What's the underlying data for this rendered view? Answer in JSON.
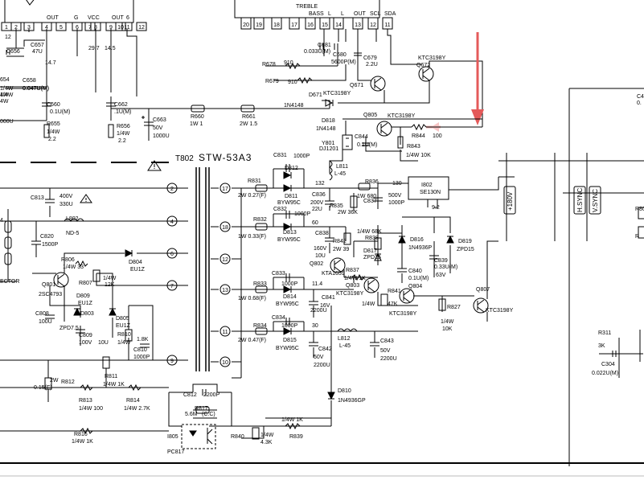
{
  "transformer": {
    "ref": "T802",
    "part": "STW-53A3"
  },
  "ic_left": {
    "pins": [
      "1",
      "2",
      "3",
      "4",
      "5",
      "6",
      "7",
      "8",
      "9",
      "10",
      "11",
      "12"
    ],
    "labels": [
      "OUT",
      "G",
      "VCC",
      "OUT",
      "6"
    ]
  },
  "ic_top": {
    "pins": [
      "20",
      "19",
      "18",
      "17",
      "16",
      "15",
      "14",
      "13",
      "12",
      "11"
    ],
    "labels": [
      "TREBLE",
      "BASS",
      "L",
      "L",
      "OUT",
      "SCL",
      "SDA"
    ]
  },
  "transformer_pins_left": [
    "2",
    "4",
    "6",
    "7",
    "9"
  ],
  "transformer_pins_right": [
    "17",
    "18",
    "12",
    "13",
    "11",
    "10"
  ],
  "sidebar_right": [
    "+180V",
    "H.SYNC",
    "V.SYNC"
  ],
  "components": [
    {
      "id": "c657",
      "text": "C657"
    },
    {
      "id": "c657v",
      "text": "47U"
    },
    {
      "id": "c656",
      "text": "C656"
    },
    {
      "id": "c656t",
      "text": "0.047U(M)"
    },
    {
      "id": "r654",
      "text": "654"
    },
    {
      "id": "r654p",
      "text": "1/4W"
    },
    {
      "id": "c658",
      "text": "C658"
    },
    {
      "id": "c658v",
      "text": "0.047U(M)"
    },
    {
      "id": "r658v",
      "text": "1/4W"
    },
    {
      "id": "c660",
      "text": "C660"
    },
    {
      "id": "c660v",
      "text": "0.1U(M)"
    },
    {
      "id": "r655",
      "text": "R655"
    },
    {
      "id": "r655p",
      "text": "1/4W"
    },
    {
      "id": "r655v",
      "text": "2.2"
    },
    {
      "id": "c662",
      "text": "C662"
    },
    {
      "id": "c662v",
      "text": ".1U(M)"
    },
    {
      "id": "r656",
      "text": "R656"
    },
    {
      "id": "r656p",
      "text": "1/4W"
    },
    {
      "id": "r656v",
      "text": "2.2"
    },
    {
      "id": "c663",
      "text": "C663"
    },
    {
      "id": "c663a",
      "text": "50V"
    },
    {
      "id": "c663b",
      "text": "1000U"
    },
    {
      "id": "leftu",
      "text": "000U"
    },
    {
      "id": "leftu2",
      "text": "4W"
    },
    {
      "id": "leftu3",
      "text": "4W"
    },
    {
      "id": "v147",
      "text": "14.7"
    },
    {
      "id": "v297",
      "text": "29.7"
    },
    {
      "id": "v145",
      "text": "14.5"
    },
    {
      "id": "v12",
      "text": "12"
    },
    {
      "id": "r678",
      "text": "R678"
    },
    {
      "id": "r678v",
      "text": "910"
    },
    {
      "id": "r679",
      "text": "R679"
    },
    {
      "id": "r679v",
      "text": "910"
    },
    {
      "id": "c681",
      "text": "C681"
    },
    {
      "id": "c681v",
      "text": "0.033U(M)"
    },
    {
      "id": "c680",
      "text": "C680"
    },
    {
      "id": "c680v",
      "text": "5600P(M)"
    },
    {
      "id": "c679",
      "text": "C679"
    },
    {
      "id": "c679v",
      "text": "2.2U"
    },
    {
      "id": "ktc1",
      "text": "KTC3198Y"
    },
    {
      "id": "q672",
      "text": "Q672"
    },
    {
      "id": "q671",
      "text": "Q671"
    },
    {
      "id": "ktc2",
      "text": "KTC3198Y"
    },
    {
      "id": "d671",
      "text": "D671"
    },
    {
      "id": "n4148a",
      "text": "1N4148"
    },
    {
      "id": "r660",
      "text": "R660"
    },
    {
      "id": "r660v",
      "text": "1W 1"
    },
    {
      "id": "r661",
      "text": "R661"
    },
    {
      "id": "r661v",
      "text": "2W  1.5"
    },
    {
      "id": "d818",
      "text": "D818"
    },
    {
      "id": "d818v",
      "text": "1N4148"
    },
    {
      "id": "q805",
      "text": "Q805"
    },
    {
      "id": "ktc3",
      "text": "KTC3198Y"
    },
    {
      "id": "r844",
      "text": "R844"
    },
    {
      "id": "r844v",
      "text": "100"
    },
    {
      "id": "c844",
      "text": "C844"
    },
    {
      "id": "c844v",
      "text": "0.1U(M)"
    },
    {
      "id": "r843",
      "text": "R843"
    },
    {
      "id": "r843v",
      "text": "1/4W 10K"
    },
    {
      "id": "y801",
      "text": "Y801"
    },
    {
      "id": "y801v",
      "text": "DJ1201"
    },
    {
      "id": "l811",
      "text": "L811"
    },
    {
      "id": "l811v",
      "text": "L-45"
    },
    {
      "id": "c831",
      "text": "C831"
    },
    {
      "id": "c831v",
      "text": "1000P"
    },
    {
      "id": "d812",
      "text": "D812"
    },
    {
      "id": "r831",
      "text": "R831"
    },
    {
      "id": "r831v",
      "text": "2W  0.27(F)"
    },
    {
      "id": "d811",
      "text": "D811"
    },
    {
      "id": "d811v",
      "text": "BYW95C"
    },
    {
      "id": "v132",
      "text": "132"
    },
    {
      "id": "c836",
      "text": "C836"
    },
    {
      "id": "c836v",
      "text": "200V"
    },
    {
      "id": "c836v2",
      "text": "22U"
    },
    {
      "id": "r835",
      "text": "R835"
    },
    {
      "id": "r835v",
      "text": "2W  36K"
    },
    {
      "id": "r836",
      "text": "R836"
    },
    {
      "id": "r836v",
      "text": "1W  680"
    },
    {
      "id": "c837",
      "text": "C837"
    },
    {
      "id": "v130",
      "text": "130"
    },
    {
      "id": "c837v",
      "text": "500V"
    },
    {
      "id": "c837v2",
      "text": "1000P"
    },
    {
      "id": "i802",
      "text": "I802"
    },
    {
      "id": "se130n",
      "text": "SE130N"
    },
    {
      "id": "v92",
      "text": "9.2"
    },
    {
      "id": "c832",
      "text": "C832"
    },
    {
      "id": "c832v",
      "text": "1000P"
    },
    {
      "id": "r832",
      "text": "R832"
    },
    {
      "id": "r832v",
      "text": "1W  0.33(F)"
    },
    {
      "id": "d813",
      "text": "D813"
    },
    {
      "id": "d813v",
      "text": "BYW95C"
    },
    {
      "id": "v60",
      "text": "60"
    },
    {
      "id": "c838",
      "text": "C838"
    },
    {
      "id": "c838v",
      "text": "160V"
    },
    {
      "id": "c838v2",
      "text": "10U"
    },
    {
      "id": "r842",
      "text": "R842"
    },
    {
      "id": "r842v",
      "text": "2W 39"
    },
    {
      "id": "r838",
      "text": "R838"
    },
    {
      "id": "r838v",
      "text": "1/4W  68K"
    },
    {
      "id": "d816",
      "text": "D816"
    },
    {
      "id": "d816v",
      "text": "1N4936P"
    },
    {
      "id": "d817",
      "text": "D817"
    },
    {
      "id": "d817v",
      "text": "ZPD15"
    },
    {
      "id": "d819",
      "text": "D819"
    },
    {
      "id": "d819v",
      "text": "ZPD15"
    },
    {
      "id": "c839",
      "text": "C839"
    },
    {
      "id": "c839v",
      "text": "0.33U(M)"
    },
    {
      "id": "c839v2",
      "text": "63V"
    },
    {
      "id": "c840",
      "text": "C840"
    },
    {
      "id": "c840v",
      "text": "0.1U(M)"
    },
    {
      "id": "q802",
      "text": "Q802"
    },
    {
      "id": "kta",
      "text": "KTA1659"
    },
    {
      "id": "r837",
      "text": "R837"
    },
    {
      "id": "r837v",
      "text": "1/4W  1K"
    },
    {
      "id": "q803",
      "text": "Q803"
    },
    {
      "id": "ktc4",
      "text": "KTC3198Y"
    },
    {
      "id": "r841",
      "text": "R841"
    },
    {
      "id": "r841v",
      "text": "1/4W"
    },
    {
      "id": "r841v2",
      "text": "47K"
    },
    {
      "id": "q804",
      "text": "Q804"
    },
    {
      "id": "ktc5",
      "text": "KTC3198Y"
    },
    {
      "id": "r827",
      "text": "R827"
    },
    {
      "id": "r827v",
      "text": "1/4W"
    },
    {
      "id": "r827v2",
      "text": "10K"
    },
    {
      "id": "q807",
      "text": "Q807"
    },
    {
      "id": "ktc6",
      "text": "KTC3198Y"
    },
    {
      "id": "c833",
      "text": "C833"
    },
    {
      "id": "c833v",
      "text": "1000P"
    },
    {
      "id": "r833",
      "text": "R833"
    },
    {
      "id": "r833v",
      "text": "1W  0.68(F)"
    },
    {
      "id": "d814",
      "text": "D814"
    },
    {
      "id": "d814v",
      "text": "BYW95C"
    },
    {
      "id": "v114",
      "text": "11.4"
    },
    {
      "id": "c841",
      "text": "C841"
    },
    {
      "id": "c841v",
      "text": "16V"
    },
    {
      "id": "c841v2",
      "text": "2200U"
    },
    {
      "id": "c834",
      "text": "C834"
    },
    {
      "id": "c834v",
      "text": "1000P"
    },
    {
      "id": "r834",
      "text": "R834"
    },
    {
      "id": "r834v",
      "text": "2W  0.47(F)"
    },
    {
      "id": "d815",
      "text": "D815"
    },
    {
      "id": "d815v",
      "text": "BYW95C"
    },
    {
      "id": "v30",
      "text": "30"
    },
    {
      "id": "c842",
      "text": "C842"
    },
    {
      "id": "c842v",
      "text": "50V"
    },
    {
      "id": "c842v2",
      "text": "2200U"
    },
    {
      "id": "l812",
      "text": "L812"
    },
    {
      "id": "l812v",
      "text": "L-45"
    },
    {
      "id": "c843",
      "text": "C843"
    },
    {
      "id": "c843v",
      "text": "50V"
    },
    {
      "id": "c843v2",
      "text": "2200U"
    },
    {
      "id": "d810",
      "text": "D810"
    },
    {
      "id": "d810v",
      "text": "1N4936GP"
    },
    {
      "id": "c812",
      "text": "C812"
    },
    {
      "id": "c812v",
      "text": "2200P"
    },
    {
      "id": "r817",
      "text": "R817"
    },
    {
      "id": "r817v",
      "text": "5.6M"
    },
    {
      "id": "r817v2",
      "text": "(C.C)"
    },
    {
      "id": "i805",
      "text": "I805"
    },
    {
      "id": "pc817",
      "text": "PC817"
    },
    {
      "id": "r840",
      "text": "R840"
    },
    {
      "id": "r840v",
      "text": "1/4W"
    },
    {
      "id": "r840v2",
      "text": "4.3K"
    },
    {
      "id": "r839",
      "text": "R839"
    },
    {
      "id": "r839v",
      "text": "1/4W  1K"
    },
    {
      "id": "c813",
      "text": "C813"
    },
    {
      "id": "c813v",
      "text": "400V"
    },
    {
      "id": "c813v2",
      "text": "330U"
    },
    {
      "id": "l802",
      "text": "L802"
    },
    {
      "id": "l802v",
      "text": "ND-5"
    },
    {
      "id": "c820",
      "text": "C820"
    },
    {
      "id": "c820v",
      "text": "1500P"
    },
    {
      "id": "r806",
      "text": "R806"
    },
    {
      "id": "r806v",
      "text": "1/4W  33"
    },
    {
      "id": "d804",
      "text": "D804"
    },
    {
      "id": "d804v",
      "text": "EU1Z"
    },
    {
      "id": "q801",
      "text": "Q801"
    },
    {
      "id": "q801v",
      "text": "2SC4793"
    },
    {
      "id": "r807",
      "text": "R807"
    },
    {
      "id": "r807v",
      "text": "1/4W"
    },
    {
      "id": "r807v2",
      "text": "12K"
    },
    {
      "id": "d809",
      "text": "D809"
    },
    {
      "id": "d809v",
      "text": "EU1Z"
    },
    {
      "id": "d803",
      "text": "D803"
    },
    {
      "id": "c808",
      "text": "C808"
    },
    {
      "id": "c808v",
      "text": "100U"
    },
    {
      "id": "zpd",
      "text": "ZPD7.5"
    },
    {
      "id": "c809",
      "text": "C809"
    },
    {
      "id": "c809v",
      "text": "100V"
    },
    {
      "id": "c809v2",
      "text": "10U"
    },
    {
      "id": "d805",
      "text": "D805"
    },
    {
      "id": "d805v",
      "text": "EU1Z"
    },
    {
      "id": "r810",
      "text": "R810"
    },
    {
      "id": "r810v",
      "text": "1/4W"
    },
    {
      "id": "r810v2",
      "text": "1.8K"
    },
    {
      "id": "c810",
      "text": "C810"
    },
    {
      "id": "c810v",
      "text": "1000P"
    },
    {
      "id": "r811",
      "text": "R811"
    },
    {
      "id": "r811v",
      "text": "1/4W  1K"
    },
    {
      "id": "r812",
      "text": "R812"
    },
    {
      "id": "r812v",
      "text": "2W"
    },
    {
      "id": "r812v2",
      "text": "0.15(F)"
    },
    {
      "id": "r813",
      "text": "R813"
    },
    {
      "id": "r813v",
      "text": "1/4W  100"
    },
    {
      "id": "r814",
      "text": "R814"
    },
    {
      "id": "r814v",
      "text": "1/4W  2.7K"
    },
    {
      "id": "r816",
      "text": "R816"
    },
    {
      "id": "r816v",
      "text": "1/4W  1K"
    },
    {
      "id": "ector",
      "text": "ECTOR"
    },
    {
      "id": "r4",
      "text": "4"
    },
    {
      "id": "r311",
      "text": "R311"
    },
    {
      "id": "r311v",
      "text": "3K"
    },
    {
      "id": "c304",
      "text": "C304"
    },
    {
      "id": "c304v",
      "text": "0.022U(M)"
    },
    {
      "id": "c4",
      "text": "C4"
    },
    {
      "id": "c4b",
      "text": "0."
    },
    {
      "id": "r80",
      "text": "R80"
    },
    {
      "id": "r1",
      "text": "R"
    }
  ]
}
